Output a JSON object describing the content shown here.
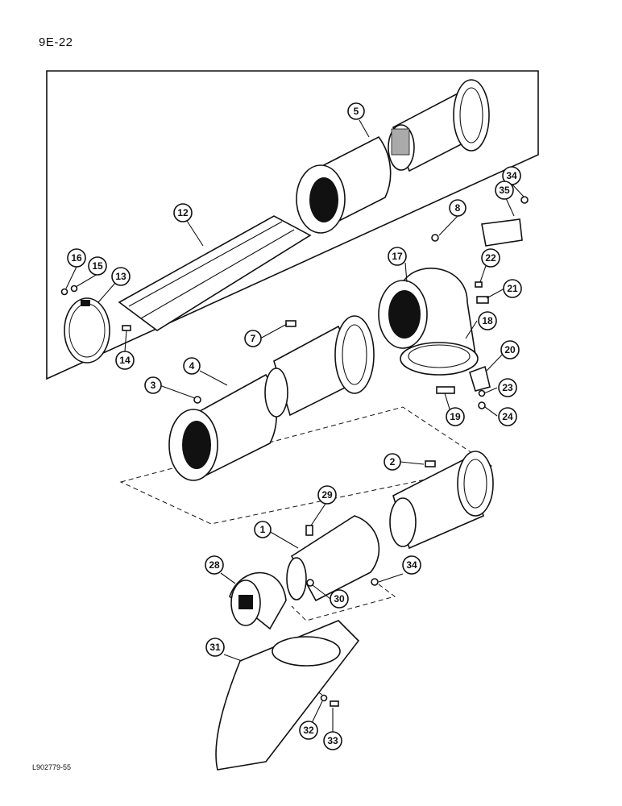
{
  "page": {
    "page_number": "9E-22",
    "figure_code": "L902779-55"
  },
  "callouts": [
    "1",
    "2",
    "3",
    "4",
    "5",
    "7",
    "8",
    "12",
    "13",
    "14",
    "15",
    "16",
    "17",
    "18",
    "19",
    "20",
    "21",
    "22",
    "23",
    "24",
    "28",
    "29",
    "30",
    "31",
    "32",
    "33",
    "34",
    "34",
    "35"
  ],
  "colors": {
    "ink": "#111111",
    "paper": "#ffffff"
  }
}
